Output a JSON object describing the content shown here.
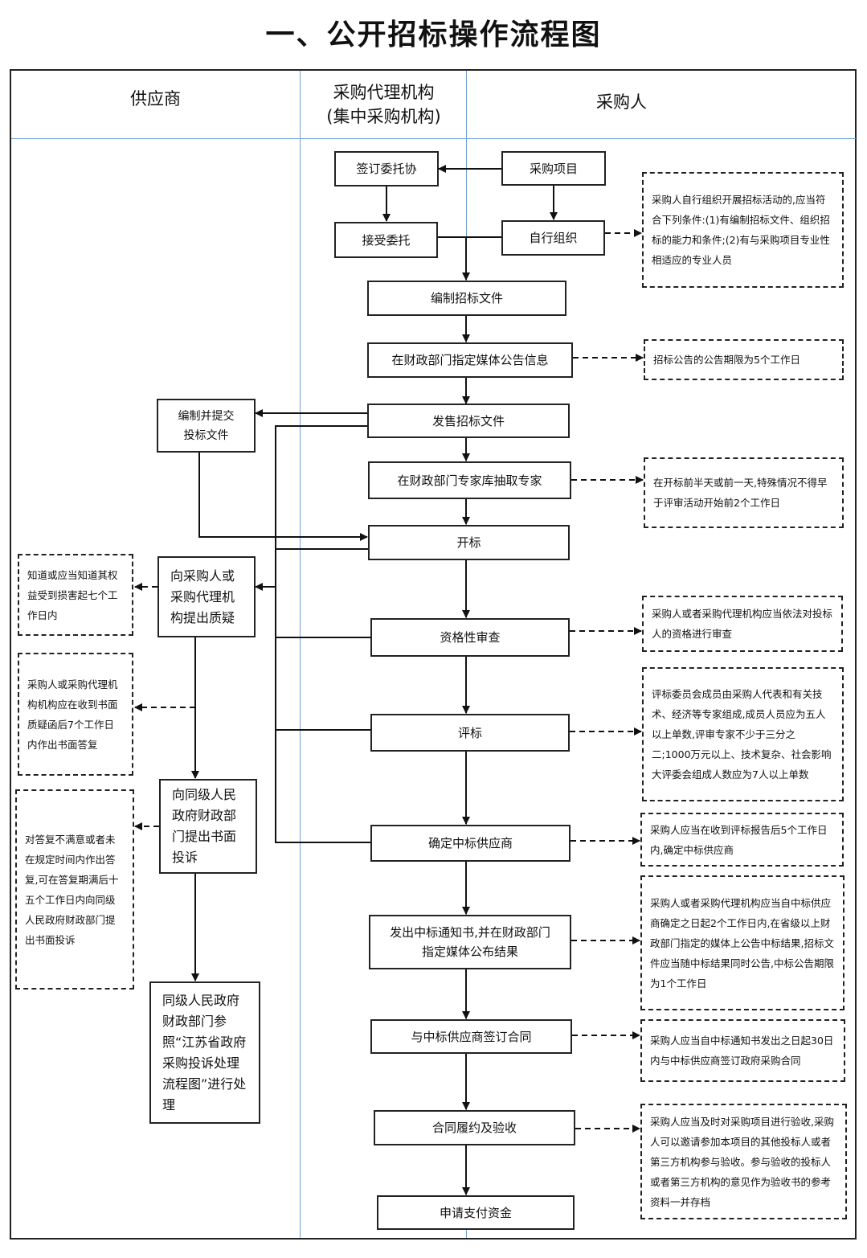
{
  "title": "一、公开招标操作流程图",
  "lanes": {
    "supplier": "供应商",
    "agency_line1": "采购代理机构",
    "agency_line2": "(集中采购机构)",
    "purchaser": "采购人"
  },
  "boxes": {
    "sign_commission": "签订委托协",
    "procurement_project": "采购项目",
    "accept_commission": "接受委托",
    "self_organize": "自行组织",
    "prepare_tender_docs": "编制招标文件",
    "publish_notice": "在财政部门指定媒体公告信息",
    "sell_tender_docs": "发售招标文件",
    "draw_experts": "在财政部门专家库抽取专家",
    "bid_opening": "开标",
    "qualification_review": "资格性审查",
    "bid_evaluation": "评标",
    "determine_winner": "确定中标供应商",
    "issue_award_notice": "发出中标通知书,并在财政部门指定媒体公布结果",
    "sign_contract": "与中标供应商签订合同",
    "contract_acceptance": "合同履约及验收",
    "apply_payment": "申请支付资金",
    "prepare_submit_bid": "编制并提交投标文件",
    "raise_query": "向采购人或采购代理机构提出质疑",
    "written_complaint": "向同级人民政府财政部门提出书面投诉",
    "gov_handling": "同级人民政府财政部门参照“江苏省政府采购投诉处理流程图”进行处理"
  },
  "notes": {
    "self_organize_conditions": "采购人自行组织开展招标活动的,应当符合下列条件:(1)有编制招标文件、组织招标的能力和条件;(2)有与采购项目专业性相适应的专业人员",
    "notice_period": "招标公告的公告期限为5个工作日",
    "expert_timing": "在开标前半天或前一天,特殊情况不得早于评审活动开始前2个工作日",
    "query_deadline": "知道或应当知道其权益受到损害起七个工作日内",
    "qualification_note": "采购人或者采购代理机构应当依法对投标人的资格进行审查",
    "reply_deadline": "采购人或采购代理机构机构应在收到书面质疑函后7个工作日内作出书面答复",
    "evaluation_committee": "评标委员会成员由采购人代表和有关技术、经济等专家组成,成员人员应为五人以上单数,评审专家不少于三分之二;1000万元以上、技术复杂、社会影响大评委会组成人数应为7人以上单数",
    "complaint_deadline": "对答复不满意或者未在规定时间内作出答复,可在答复期满后十五个工作日内向同级人民政府财政部门提出书面投诉",
    "winner_deadline": "采购人应当在收到评标报告后5个工作日内,确定中标供应商",
    "award_notice_note": "采购人或者采购代理机构应当自中标供应商确定之日起2个工作日内,在省级以上财政部门指定的媒体上公告中标结果,招标文件应当随中标结果同时公告,中标公告期限为1个工作日",
    "contract_deadline": "采购人应当自中标通知书发出之日起30日内与中标供应商签订政府采购合同",
    "acceptance_note": "采购人应当及时对采购项目进行验收,采购人可以邀请参加本项目的其他投标人或者第三方机构参与验收。参与验收的投标人或者第三方机构的意见作为验收书的参考资料一并存档"
  },
  "colors": {
    "lane_divider": "#6fa0cf",
    "stroke": "#222222"
  }
}
